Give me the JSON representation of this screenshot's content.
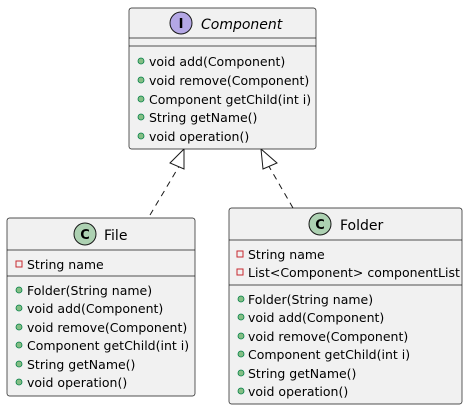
{
  "classes": {
    "component": {
      "kind": "I",
      "name": "Component",
      "badge_color": "#B4A7E5",
      "fields": [],
      "methods": [
        "void add(Component)",
        "void remove(Component)",
        "Component getChild(int i)",
        "String getName()",
        "void operation()"
      ]
    },
    "file": {
      "kind": "C",
      "name": "File",
      "badge_color": "#ADD1B2",
      "fields": [
        "String name"
      ],
      "methods": [
        "Folder(String name)",
        "void add(Component)",
        "void remove(Component)",
        "Component getChild(int i)",
        "String getName()",
        "void operation()"
      ]
    },
    "folder": {
      "kind": "C",
      "name": "Folder",
      "badge_color": "#ADD1B2",
      "fields": [
        "String name",
        "List<Component> componentList"
      ],
      "methods": [
        "Folder(String name)",
        "void add(Component)",
        "void remove(Component)",
        "Component getChild(int i)",
        "String getName()",
        "void operation()"
      ]
    }
  },
  "relations": [
    {
      "from": "File",
      "to": "Component",
      "type": "realization"
    },
    {
      "from": "Folder",
      "to": "Component",
      "type": "realization"
    }
  ],
  "colors": {
    "box_fill": "#F1F1F1",
    "border": "#181818",
    "public_marker": "#84BE84",
    "private_marker": "#C82930"
  }
}
